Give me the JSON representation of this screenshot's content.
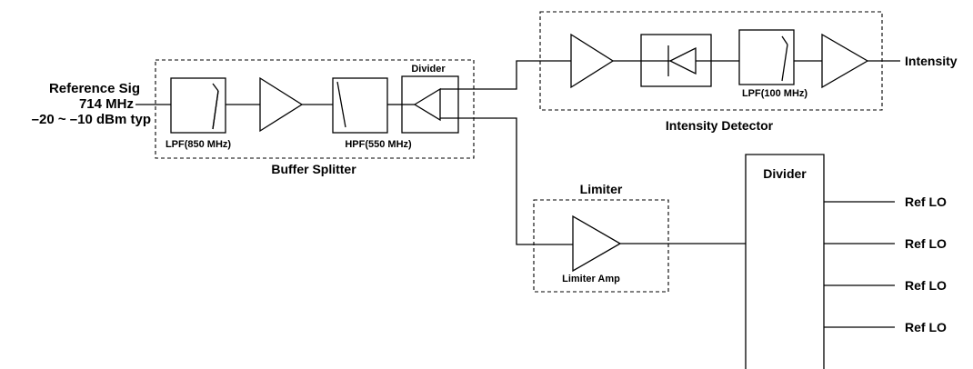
{
  "input": {
    "line1": "Reference Sig",
    "line2": "714 MHz",
    "line3": "–20 ~ –10 dBm typ"
  },
  "buffer_splitter": {
    "title": "Buffer Splitter",
    "lpf_label": "LPF(850 MHz)",
    "hpf_label": "HPF(550 MHz)",
    "divider_label": "Divider"
  },
  "intensity_detector": {
    "title": "Intensity Detector",
    "lpf_label": "LPF(100 MHz)",
    "output_label": "Intensity"
  },
  "limiter": {
    "title": "Limiter",
    "amp_label": "Limiter Amp"
  },
  "divider": {
    "title": "Divider",
    "outputs": [
      "Ref LO",
      "Ref LO",
      "Ref LO",
      "Ref LO"
    ]
  },
  "colors": {
    "line": "#000000",
    "background": "#ffffff"
  }
}
